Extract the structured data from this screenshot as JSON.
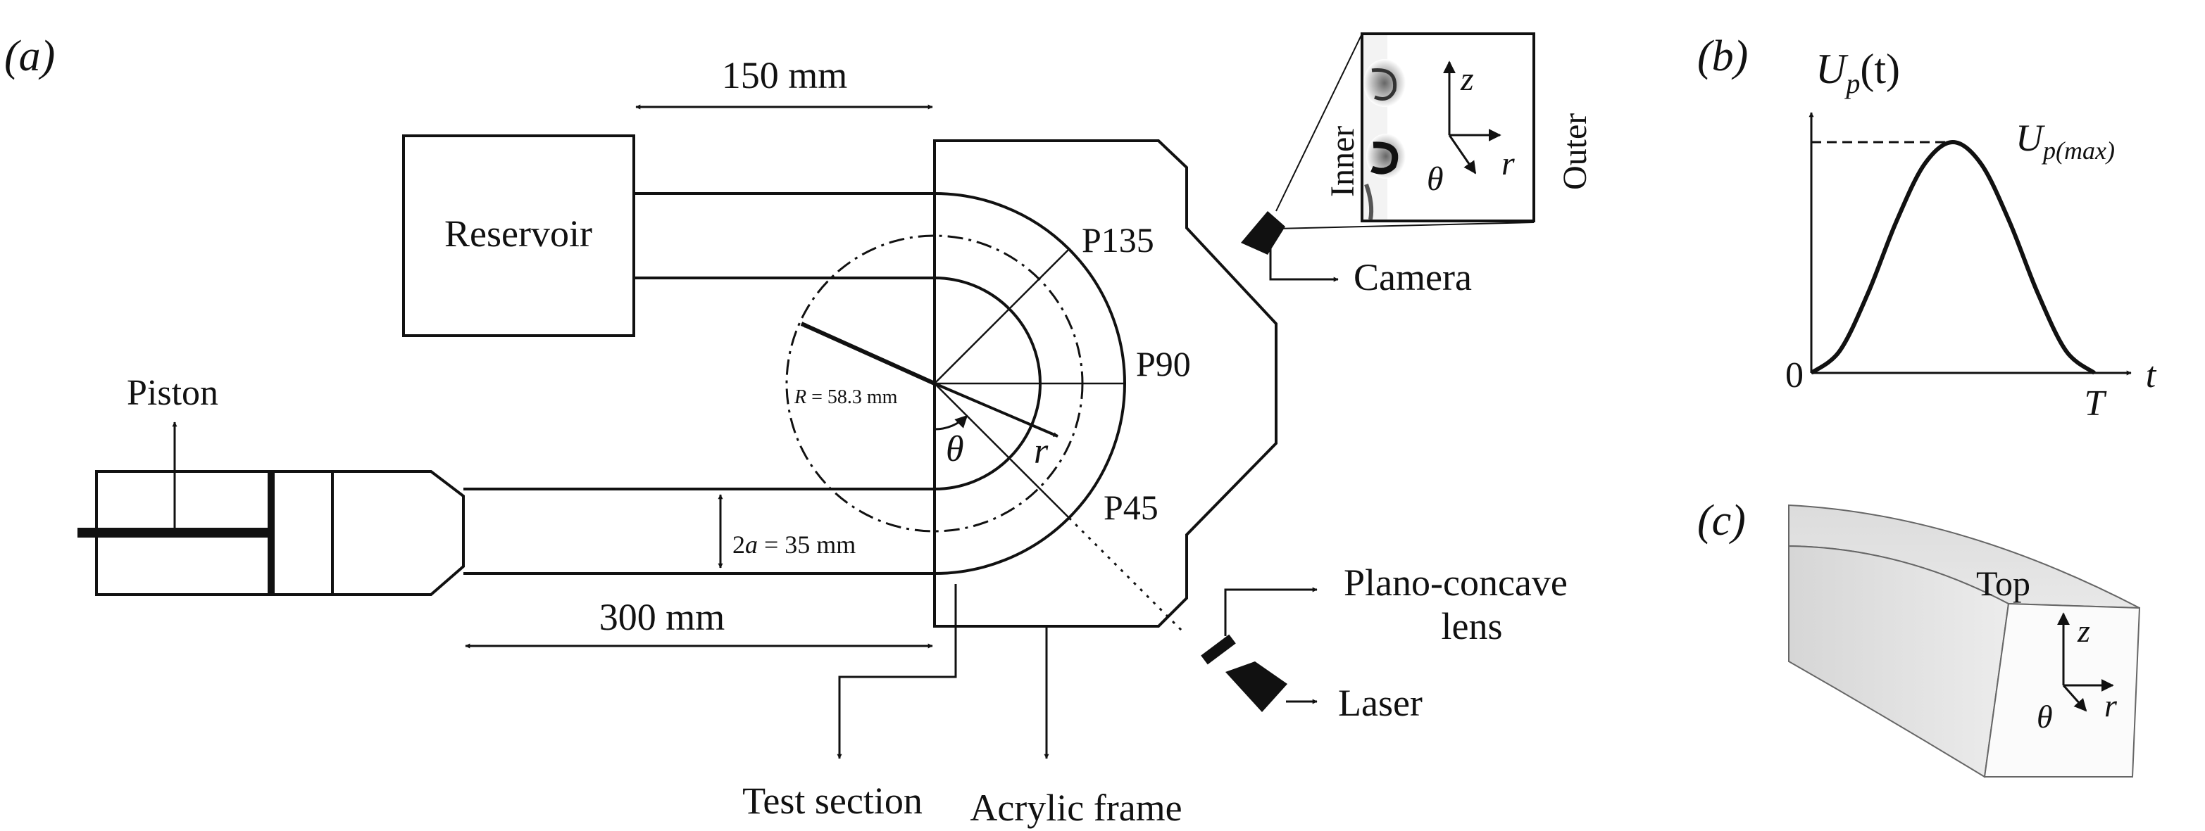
{
  "panel_labels": {
    "a": "(a)",
    "b": "(b)",
    "c": "(c)"
  },
  "dimensions": {
    "reservoir_offset": "150 mm",
    "inlet_length": "300 mm",
    "diameter_prefix": "2",
    "diameter_symbol": "a",
    "diameter_value": " = 35 mm",
    "radius_symbol": "R",
    "radius_value": " = 58.3 mm"
  },
  "components": {
    "reservoir": "Reservoir",
    "piston": "Piston",
    "camera": "Camera",
    "lens_line1": "Plano-concave",
    "lens_line2": "lens",
    "laser": "Laser",
    "test_section": "Test section",
    "acrylic_frame": "Acrylic frame"
  },
  "stations": {
    "p135": "P135",
    "p90": "P90",
    "p45": "P45"
  },
  "inset": {
    "inner": "Inner",
    "outer": "Outer",
    "z": "z",
    "r": "r",
    "theta": "θ"
  },
  "polar": {
    "theta": "θ",
    "r": "r"
  },
  "velocity": {
    "up": "U",
    "up_sub": "p",
    "up_arg": "(t)",
    "max": "U",
    "max_sub": "p(max)",
    "zero": "0",
    "T": "T",
    "t": "t"
  },
  "section": {
    "top": "Top",
    "z": "z",
    "r": "r",
    "theta": "θ"
  },
  "chart_data": {
    "type": "line",
    "title": "",
    "xlabel": "t",
    "ylabel": "Up(t)",
    "x": [
      0,
      0.1,
      0.2,
      0.3,
      0.4,
      0.5,
      0.6,
      0.7,
      0.8,
      0.9,
      1.0
    ],
    "series": [
      {
        "name": "",
        "values": [
          0,
          0.095,
          0.345,
          0.655,
          0.905,
          1.0,
          0.905,
          0.655,
          0.345,
          0.095,
          0
        ]
      }
    ],
    "xlim": [
      0,
      1
    ],
    "ylim": [
      0,
      1
    ],
    "grid": false
  }
}
